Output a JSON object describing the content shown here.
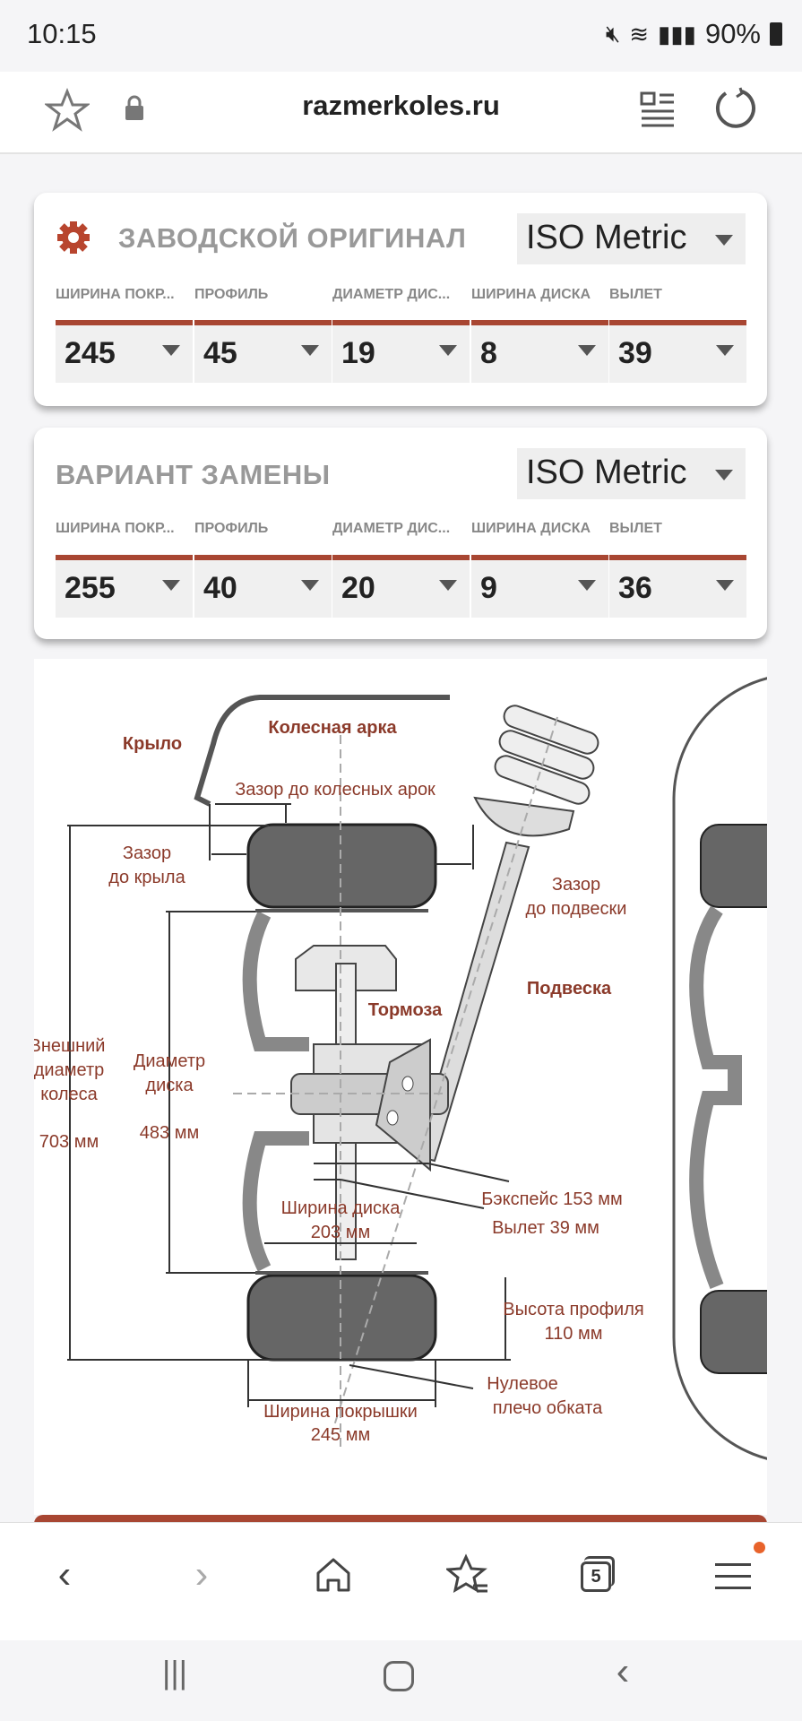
{
  "status_bar": {
    "time": "10:15",
    "battery": "90%"
  },
  "browser": {
    "url": "razmerkoles.ru",
    "tab_count": "5"
  },
  "original": {
    "title": "ЗАВОДСКОЙ ОРИГИНАЛ",
    "standard": "ISO Metric",
    "columns": [
      {
        "label": "ШИРИНА ПОКР...",
        "value": "245"
      },
      {
        "label": "ПРОФИЛЬ",
        "value": "45"
      },
      {
        "label": "ДИАМЕТР ДИС...",
        "value": "19"
      },
      {
        "label": "ШИРИНА ДИСКА",
        "value": "8"
      },
      {
        "label": "ВЫЛЕТ",
        "value": "39"
      }
    ]
  },
  "replacement": {
    "title": "ВАРИАНТ ЗАМЕНЫ",
    "standard": "ISO Metric",
    "columns": [
      {
        "label": "ШИРИНА ПОКР...",
        "value": "255"
      },
      {
        "label": "ПРОФИЛЬ",
        "value": "40"
      },
      {
        "label": "ДИАМЕТР ДИС...",
        "value": "20"
      },
      {
        "label": "ШИРИНА ДИСКА",
        "value": "9"
      },
      {
        "label": "ВЫЛЕТ",
        "value": "36"
      }
    ]
  },
  "diagram": {
    "fender": "Крыло",
    "wheel_arch": "Колесная арка",
    "arch_gap": "Зазор до колесных арок",
    "fender_gap_1": "Зазор",
    "fender_gap_2": "до крыла",
    "susp_gap_1": "Зазор",
    "susp_gap_2": "до подвески",
    "suspension": "Подвеска",
    "brakes": "Тормоза",
    "outer_1": "Внешний",
    "outer_2": "диаметр",
    "outer_3": "колеса",
    "outer_value": "703 мм",
    "rim_diam_1": "Диаметр",
    "rim_diam_2": "диска",
    "rim_diam_value": "483 мм",
    "backspace": "Бэкспейс 153 мм",
    "offset": "Вылет 39 мм",
    "rim_width": "Ширина диска",
    "rim_width_value": "203 мм",
    "sidewall": "Высота профиля",
    "sidewall_value": "110 мм",
    "scrub_1": "Нулевое",
    "scrub_2": "плечо обката",
    "tire_width": "Ширина покрышки",
    "tire_width_value": "245 мм"
  },
  "colors": {
    "accent": "#a84632",
    "label": "#8b3a2a"
  }
}
